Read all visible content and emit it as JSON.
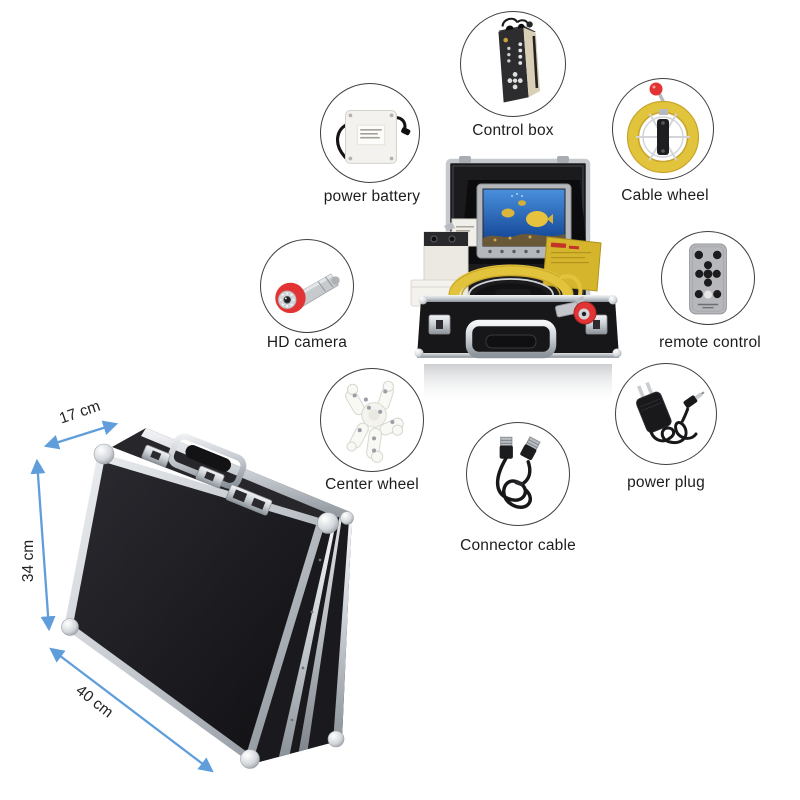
{
  "background": "#ffffff",
  "components": [
    {
      "id": "control-box",
      "label": "Control box",
      "icon": "control-box-photo"
    },
    {
      "id": "power-battery",
      "label": "power battery",
      "icon": "battery-photo"
    },
    {
      "id": "cable-wheel",
      "label": "Cable wheel",
      "icon": "cable-wheel-photo"
    },
    {
      "id": "hd-camera",
      "label": "HD camera",
      "icon": "camera-photo"
    },
    {
      "id": "remote-control",
      "label": "remote control",
      "icon": "remote-photo"
    },
    {
      "id": "center-wheel",
      "label": "Center wheel",
      "icon": "center-wheel-photo"
    },
    {
      "id": "connector-cable",
      "label": "Connector cable",
      "icon": "connector-cable-photo"
    },
    {
      "id": "power-plug",
      "label": "power plug",
      "icon": "power-plug-photo"
    }
  ],
  "main_product": {
    "description": "open carrying case with monitor, yellow cable reel and camera"
  },
  "case_drawing": {
    "description": "closed aluminum carrying case with size arrows"
  },
  "dimensions": {
    "depth": "17 cm",
    "height": "34 cm",
    "width": "40 cm"
  },
  "colors": {
    "arrow-blue": "#5f9edb",
    "label-ink": "#1d1d1d",
    "circle-ring": "#3f3f3f",
    "cable-yellow": "#e2c33c",
    "camera-red": "#e23434",
    "case-black": "#1b1b1f",
    "aluminum": "#c3c8cd"
  }
}
